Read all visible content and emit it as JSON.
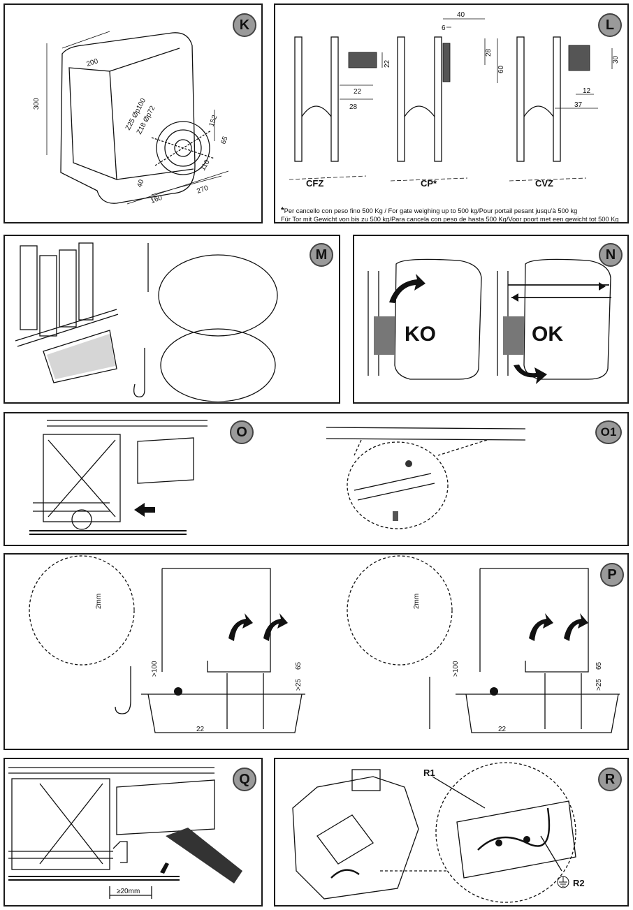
{
  "panels": {
    "K": {
      "label": "K",
      "dims": [
        "300",
        "200",
        "Z25 Øp100",
        "Z18 Øp72",
        "152",
        "65",
        "110",
        "40",
        "160",
        "270"
      ]
    },
    "L": {
      "label": "L",
      "dims": [
        "40",
        "6",
        "28",
        "60",
        "22",
        "22",
        "28",
        "30",
        "12",
        "37"
      ],
      "variants": [
        "CFZ",
        "CP*",
        "CVZ"
      ],
      "note_star": "*",
      "note_line1": "Per cancello  con peso fino 500 Kg / For gate weighing up to 500 kg/Pour portail pesant jusqu’à 500 kg",
      "note_line2": "Für Tor mit Gewicht von bis zu 500 kg/Para cancela con peso de hasta 500 Kg/Voor poort met een gewicht tot 500 Kg"
    },
    "M": {
      "label": "M"
    },
    "N": {
      "label": "N",
      "ko": "KO",
      "ok": "OK"
    },
    "O": {
      "label": "O"
    },
    "O1": {
      "label": "O1"
    },
    "P": {
      "label": "P",
      "dims": [
        "2mm",
        ">100",
        "65",
        ">25",
        "22"
      ]
    },
    "Q": {
      "label": "Q",
      "dims": [
        "≥20mm"
      ]
    },
    "R": {
      "label": "R",
      "r1": "R1",
      "r2": "R2"
    }
  }
}
